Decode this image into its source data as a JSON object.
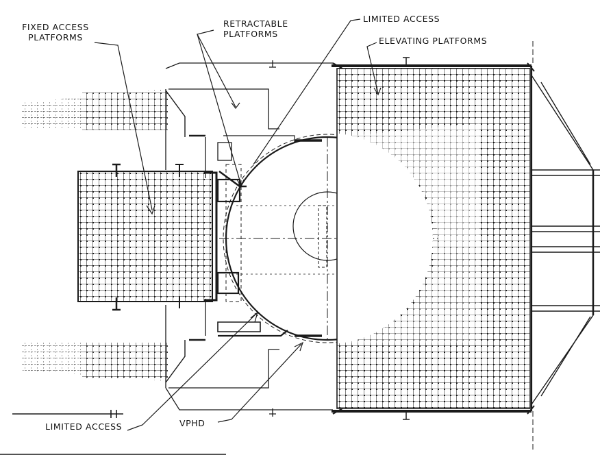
{
  "labels": {
    "fixed_access_l1": "FIXED ACCESS",
    "fixed_access_l2": "PLATFORMS",
    "retractable_l1": "RETRACTABLE",
    "retractable_l2": "PLATFORMS",
    "limited_access_top": "LIMITED ACCESS",
    "elevating_platforms": "ELEVATING PLATFORMS",
    "limited_access_bottom": "LIMITED ACCESS",
    "vphd": "VPHD"
  },
  "colors": {
    "ink": "#1a1a1a",
    "paper": "#ffffff"
  }
}
